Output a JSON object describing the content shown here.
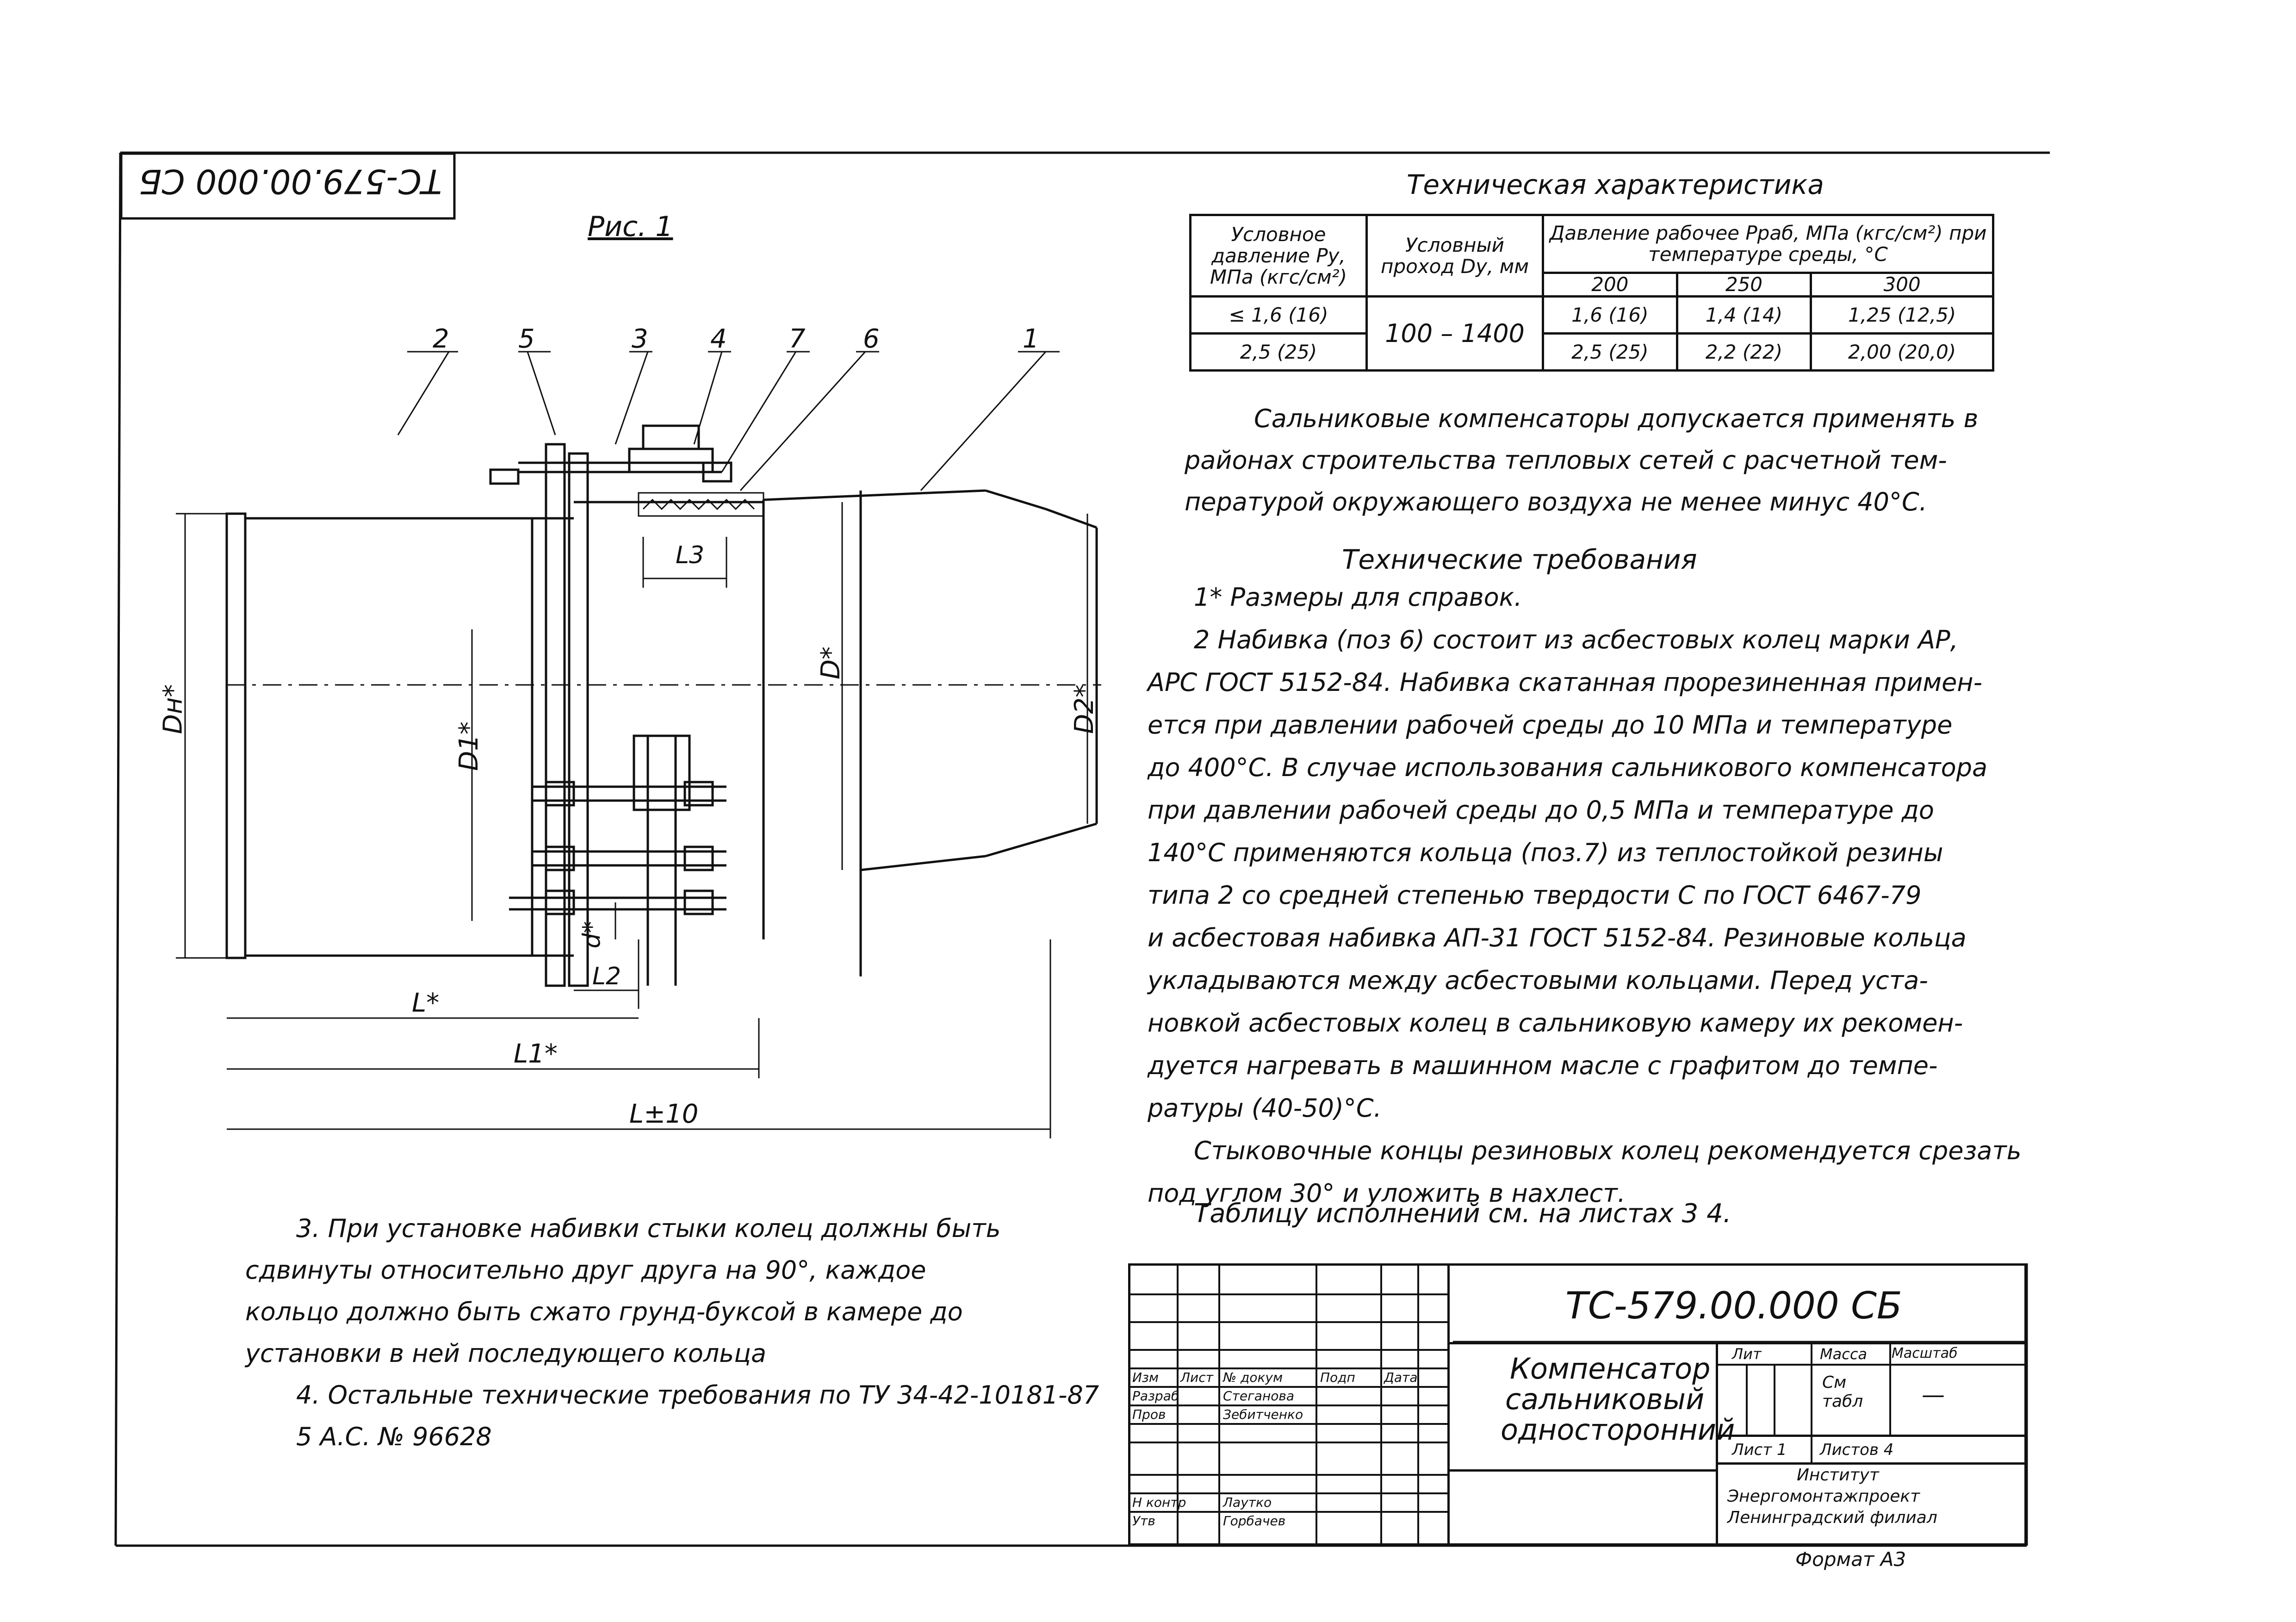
{
  "stamp_code_rotated": "ТС-579.00.000 СБ",
  "figure_label": "Рис. 1",
  "callouts": [
    "2",
    "5",
    "3",
    "4",
    "7",
    "6",
    "1"
  ],
  "dims": {
    "Dn": "Dн*",
    "D1": "D1*",
    "D": "D*",
    "D2": "D2*",
    "d": "d*",
    "L3": "L3",
    "L2": "L2",
    "L": "L*",
    "L1": "L1*",
    "Ltol": "L±10"
  },
  "tech_char": {
    "title": "Техническая характеристика",
    "h_pressure": "Условное давление Ру, МПа (кгс/см²)",
    "h_pass": "Условный проход Dу, мм",
    "h_work": "Давление рабочее Рраб, МПа (кгс/см²) при температуре среды, °С",
    "temps": [
      "200",
      "250",
      "300"
    ],
    "rows": [
      {
        "py": "≤ 1,6 (16)",
        "vals": [
          "1,6 (16)",
          "1,4 (14)",
          "1,25 (12,5)"
        ]
      },
      {
        "py": "2,5 (25)",
        "vals": [
          "2,5 (25)",
          "2,2 (22)",
          "2,00 (20,0)"
        ]
      }
    ],
    "dy": "100 – 1400"
  },
  "note_climate": [
    "Сальниковые компенсаторы допускается применять в",
    "районах строительства тепловых сетей с расчетной тем-",
    "пературой окружающего воздуха не менее минус 40°С."
  ],
  "req_title": "Технические требования",
  "requirements": [
    "1* Размеры для справок.",
    "2  Набивка (поз 6) состоит из асбестовых колец марки АР,",
    "АРС ГОСТ 5152-84. Набивка скатанная прорезиненная примен-",
    "ется при давлении рабочей среды до 10 МПа и температуре",
    "до 400°С. В случае использования сальникового компенсатора",
    "при давлении рабочей среды до 0,5 МПа и температуре до",
    "140°С применяются кольца (поз.7) из теплостойкой резины",
    "типа 2 со средней степенью твердости С по ГОСТ 6467-79",
    "и асбестовая набивка АП-31 ГОСТ 5152-84. Резиновые кольца",
    "укладываются между асбестовыми кольцами. Перед уста-",
    "новкой асбестовых колец в сальниковую камеру их рекомен-",
    "дуется нагревать в машинном масле с графитом до темпе-",
    "ратуры (40-50)°С.",
    "Стыковочные концы резиновых колец рекомендуется срезать",
    "под углом 30° и уложить в нахлест."
  ],
  "tables_note": "Таблицу исполнений см. на листах 3   4.",
  "req_bottom": [
    "3. При установке набивки стыки колец должны быть",
    "сдвинуты относительно друг друга на 90°, каждое",
    "кольцо должно быть сжато грунд-буксой в камере до",
    "установки в ней последующего кольца",
    "4. Остальные технические требования по ТУ 34-42-10181-87",
    "5 А.С. № 96628"
  ],
  "title_block": {
    "code": "ТС-579.00.000 СБ",
    "name": [
      "Компенсатор",
      "сальниковый",
      "односторонний"
    ],
    "h_lit": "Лит",
    "h_mass": "Масса",
    "h_scale": "Масштаб",
    "mass_val": "См табл",
    "scale_val": "—",
    "sheet": "Лист 1",
    "sheets": "Листов 4",
    "org": [
      "Институт",
      "Энергомонтажпроект",
      "Ленинградский филиал"
    ],
    "header_cols": [
      "Изм",
      "Лист",
      "№ докум",
      "Подп",
      "Дата"
    ],
    "rows": [
      {
        "role": "Разраб",
        "name": "Стеганова",
        "sign": "",
        "date": ""
      },
      {
        "role": "Пров",
        "name": "Зебитченко",
        "sign": "",
        "date": ""
      },
      {
        "role": "Н контр",
        "name": "Лаутко",
        "sign": "",
        "date": ""
      },
      {
        "role": "Утв",
        "name": "Горбачев",
        "sign": "",
        "date": ""
      }
    ],
    "format": "Формат А3"
  }
}
